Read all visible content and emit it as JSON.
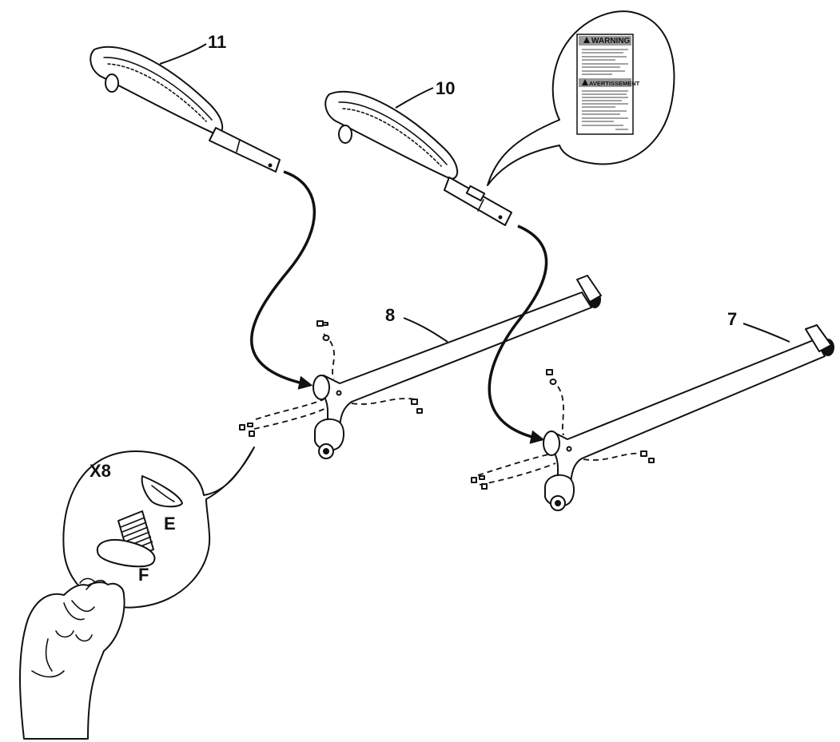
{
  "callouts": {
    "part_11": "11",
    "part_10": "10",
    "part_8": "8",
    "part_7": "7"
  },
  "hardware": {
    "quantity": "X8",
    "washer_letter": "E",
    "bolt_letter": "F"
  },
  "warning_label": {
    "title_en": "WARNING",
    "title_fr": "AVERTISSEMENT"
  },
  "colors": {
    "ink": "#111111",
    "paper": "#ffffff",
    "label_band": "#9a9a9a"
  }
}
